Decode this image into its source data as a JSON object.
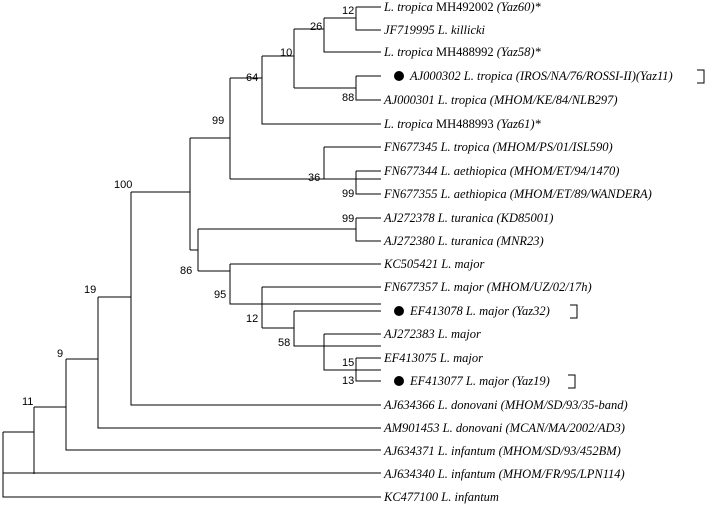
{
  "tree": {
    "leaves": [
      {
        "id": "l1",
        "label": "L. tropica",
        "accession": "MH492002",
        "note": "(Yaz60)*",
        "marker": false
      },
      {
        "id": "l2",
        "label": "JF719995 L. killicki",
        "note": "",
        "marker": false
      },
      {
        "id": "l3",
        "label": "L. tropica",
        "accession": "MH488992",
        "note": "(Yaz58)*",
        "marker": false
      },
      {
        "id": "l4",
        "label": "AJ000302 L. tropica (IROS/NA/76/ROSSI-II)(Yaz11)",
        "note": "",
        "marker": true
      },
      {
        "id": "l5",
        "label": "AJ000301 L. tropica (MHOM/KE/84/NLB297)",
        "note": "",
        "marker": false
      },
      {
        "id": "l6",
        "label": "L. tropica",
        "accession": "MH488993",
        "note": "(Yaz61)*",
        "marker": false
      },
      {
        "id": "l7",
        "label": "FN677345 L. tropica (MHOM/PS/01/ISL590)",
        "note": "",
        "marker": false
      },
      {
        "id": "l8",
        "label": "FN677344 L. aethiopica (MHOM/ET/94/1470)",
        "note": "",
        "marker": false
      },
      {
        "id": "l9",
        "label": "FN677355 L. aethiopica (MHOM/ET/89/WANDERA)",
        "note": "",
        "marker": false
      },
      {
        "id": "l10",
        "label": "AJ272378 L. turanica (KD85001)",
        "note": "",
        "marker": false
      },
      {
        "id": "l11",
        "label": "AJ272380 L. turanica (MNR23)",
        "note": "",
        "marker": false
      },
      {
        "id": "l12",
        "label": "KC505421 L. major",
        "note": "",
        "marker": false
      },
      {
        "id": "l13",
        "label": "FN677357 L. major (MHOM/UZ/02/17h)",
        "note": "",
        "marker": false
      },
      {
        "id": "l14",
        "label": "EF413078 L. major (Yaz32)",
        "note": "",
        "marker": true
      },
      {
        "id": "l15",
        "label": "AJ272383 L. major",
        "note": "",
        "marker": false
      },
      {
        "id": "l16",
        "label": "EF413075 L. major",
        "note": "",
        "marker": false
      },
      {
        "id": "l17",
        "label": "EF413077 L. major (Yaz19)",
        "note": "",
        "marker": true
      },
      {
        "id": "l18",
        "label": "AJ634366 L. donovani (MHOM/SD/93/35-band)",
        "note": "",
        "marker": false
      },
      {
        "id": "l19",
        "label": "AM901453 L. donovani (MCAN/MA/2002/AD3)",
        "note": "",
        "marker": false
      },
      {
        "id": "l20",
        "label": "AJ634371 L. infantum (MHOM/SD/93/452BM)",
        "note": "",
        "marker": false
      },
      {
        "id": "l21",
        "label": "AJ634340 L. infantum (MHOM/FR/95/LPN114)",
        "note": "",
        "marker": false
      },
      {
        "id": "l22",
        "label": "KC477100 L. infantum",
        "note": "",
        "marker": false
      }
    ],
    "bootstrap": {
      "n1": "12",
      "n2": "26",
      "n3": "10",
      "n4": "88",
      "n5": "64",
      "n6": "99",
      "n7": "99",
      "n8": "36",
      "n9": "100",
      "n10": "99",
      "n11": "86",
      "n12": "15",
      "n13": "13",
      "n14": "58",
      "n15": "12",
      "n16": "95",
      "n17": "19",
      "n18": "9",
      "n19": "11"
    }
  }
}
